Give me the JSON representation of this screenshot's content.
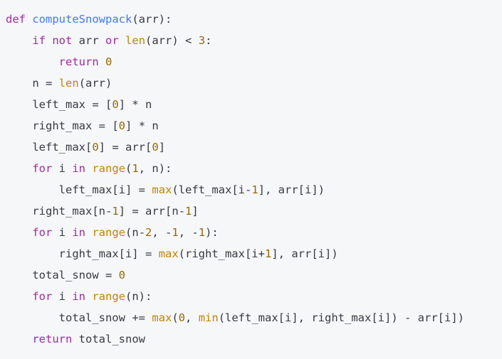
{
  "colors": {
    "background": "#f6f7f9",
    "text": "#383a42",
    "keyword": "#a626a4",
    "function": "#4078f2",
    "builtin": "#c18401",
    "number": "#986801",
    "operator": "#383a42",
    "plain": "#383a42"
  },
  "code_block": {
    "language": "python",
    "lines": [
      {
        "tokens": [
          {
            "t": "keyword",
            "v": "def"
          },
          {
            "t": "plain",
            "v": " "
          },
          {
            "t": "function",
            "v": "computeSnowpack"
          },
          {
            "t": "plain",
            "v": "(arr):"
          }
        ]
      },
      {
        "tokens": [
          {
            "t": "plain",
            "v": "    "
          },
          {
            "t": "keyword",
            "v": "if"
          },
          {
            "t": "plain",
            "v": " "
          },
          {
            "t": "keyword",
            "v": "not"
          },
          {
            "t": "plain",
            "v": " arr "
          },
          {
            "t": "keyword",
            "v": "or"
          },
          {
            "t": "plain",
            "v": " "
          },
          {
            "t": "builtin",
            "v": "len"
          },
          {
            "t": "plain",
            "v": "(arr) "
          },
          {
            "t": "operator",
            "v": "<"
          },
          {
            "t": "plain",
            "v": " "
          },
          {
            "t": "number",
            "v": "3"
          },
          {
            "t": "plain",
            "v": ":"
          }
        ]
      },
      {
        "tokens": [
          {
            "t": "plain",
            "v": "        "
          },
          {
            "t": "keyword",
            "v": "return"
          },
          {
            "t": "plain",
            "v": " "
          },
          {
            "t": "number",
            "v": "0"
          }
        ]
      },
      {
        "tokens": [
          {
            "t": "plain",
            "v": "    n "
          },
          {
            "t": "operator",
            "v": "="
          },
          {
            "t": "plain",
            "v": " "
          },
          {
            "t": "builtin",
            "v": "len"
          },
          {
            "t": "plain",
            "v": "(arr)"
          }
        ]
      },
      {
        "tokens": [
          {
            "t": "plain",
            "v": "    left_max "
          },
          {
            "t": "operator",
            "v": "="
          },
          {
            "t": "plain",
            "v": " ["
          },
          {
            "t": "number",
            "v": "0"
          },
          {
            "t": "plain",
            "v": "] "
          },
          {
            "t": "operator",
            "v": "*"
          },
          {
            "t": "plain",
            "v": " n"
          }
        ]
      },
      {
        "tokens": [
          {
            "t": "plain",
            "v": "    right_max "
          },
          {
            "t": "operator",
            "v": "="
          },
          {
            "t": "plain",
            "v": " ["
          },
          {
            "t": "number",
            "v": "0"
          },
          {
            "t": "plain",
            "v": "] "
          },
          {
            "t": "operator",
            "v": "*"
          },
          {
            "t": "plain",
            "v": " n"
          }
        ]
      },
      {
        "tokens": [
          {
            "t": "plain",
            "v": "    left_max["
          },
          {
            "t": "number",
            "v": "0"
          },
          {
            "t": "plain",
            "v": "] "
          },
          {
            "t": "operator",
            "v": "="
          },
          {
            "t": "plain",
            "v": " arr["
          },
          {
            "t": "number",
            "v": "0"
          },
          {
            "t": "plain",
            "v": "]"
          }
        ]
      },
      {
        "tokens": [
          {
            "t": "plain",
            "v": "    "
          },
          {
            "t": "keyword",
            "v": "for"
          },
          {
            "t": "plain",
            "v": " i "
          },
          {
            "t": "keyword",
            "v": "in"
          },
          {
            "t": "plain",
            "v": " "
          },
          {
            "t": "builtin",
            "v": "range"
          },
          {
            "t": "plain",
            "v": "("
          },
          {
            "t": "number",
            "v": "1"
          },
          {
            "t": "plain",
            "v": ", n):"
          }
        ]
      },
      {
        "tokens": [
          {
            "t": "plain",
            "v": "        left_max[i] "
          },
          {
            "t": "operator",
            "v": "="
          },
          {
            "t": "plain",
            "v": " "
          },
          {
            "t": "builtin",
            "v": "max"
          },
          {
            "t": "plain",
            "v": "(left_max[i"
          },
          {
            "t": "operator",
            "v": "-"
          },
          {
            "t": "number",
            "v": "1"
          },
          {
            "t": "plain",
            "v": "], arr[i])"
          }
        ]
      },
      {
        "tokens": [
          {
            "t": "plain",
            "v": "    right_max[n"
          },
          {
            "t": "operator",
            "v": "-"
          },
          {
            "t": "number",
            "v": "1"
          },
          {
            "t": "plain",
            "v": "] "
          },
          {
            "t": "operator",
            "v": "="
          },
          {
            "t": "plain",
            "v": " arr[n"
          },
          {
            "t": "operator",
            "v": "-"
          },
          {
            "t": "number",
            "v": "1"
          },
          {
            "t": "plain",
            "v": "]"
          }
        ]
      },
      {
        "tokens": [
          {
            "t": "plain",
            "v": "    "
          },
          {
            "t": "keyword",
            "v": "for"
          },
          {
            "t": "plain",
            "v": " i "
          },
          {
            "t": "keyword",
            "v": "in"
          },
          {
            "t": "plain",
            "v": " "
          },
          {
            "t": "builtin",
            "v": "range"
          },
          {
            "t": "plain",
            "v": "(n"
          },
          {
            "t": "operator",
            "v": "-"
          },
          {
            "t": "number",
            "v": "2"
          },
          {
            "t": "plain",
            "v": ", "
          },
          {
            "t": "operator",
            "v": "-"
          },
          {
            "t": "number",
            "v": "1"
          },
          {
            "t": "plain",
            "v": ", "
          },
          {
            "t": "operator",
            "v": "-"
          },
          {
            "t": "number",
            "v": "1"
          },
          {
            "t": "plain",
            "v": "):"
          }
        ]
      },
      {
        "tokens": [
          {
            "t": "plain",
            "v": "        right_max[i] "
          },
          {
            "t": "operator",
            "v": "="
          },
          {
            "t": "plain",
            "v": " "
          },
          {
            "t": "builtin",
            "v": "max"
          },
          {
            "t": "plain",
            "v": "(right_max[i"
          },
          {
            "t": "operator",
            "v": "+"
          },
          {
            "t": "number",
            "v": "1"
          },
          {
            "t": "plain",
            "v": "], arr[i])"
          }
        ]
      },
      {
        "tokens": [
          {
            "t": "plain",
            "v": "    total_snow "
          },
          {
            "t": "operator",
            "v": "="
          },
          {
            "t": "plain",
            "v": " "
          },
          {
            "t": "number",
            "v": "0"
          }
        ]
      },
      {
        "tokens": [
          {
            "t": "plain",
            "v": "    "
          },
          {
            "t": "keyword",
            "v": "for"
          },
          {
            "t": "plain",
            "v": " i "
          },
          {
            "t": "keyword",
            "v": "in"
          },
          {
            "t": "plain",
            "v": " "
          },
          {
            "t": "builtin",
            "v": "range"
          },
          {
            "t": "plain",
            "v": "(n):"
          }
        ]
      },
      {
        "tokens": [
          {
            "t": "plain",
            "v": "        total_snow "
          },
          {
            "t": "operator",
            "v": "+="
          },
          {
            "t": "plain",
            "v": " "
          },
          {
            "t": "builtin",
            "v": "max"
          },
          {
            "t": "plain",
            "v": "("
          },
          {
            "t": "number",
            "v": "0"
          },
          {
            "t": "plain",
            "v": ", "
          },
          {
            "t": "builtin",
            "v": "min"
          },
          {
            "t": "plain",
            "v": "(left_max[i], right_max[i]) "
          },
          {
            "t": "operator",
            "v": "-"
          },
          {
            "t": "plain",
            "v": " arr[i])"
          }
        ]
      },
      {
        "tokens": [
          {
            "t": "plain",
            "v": "    "
          },
          {
            "t": "keyword",
            "v": "return"
          },
          {
            "t": "plain",
            "v": " total_snow"
          }
        ]
      }
    ]
  }
}
